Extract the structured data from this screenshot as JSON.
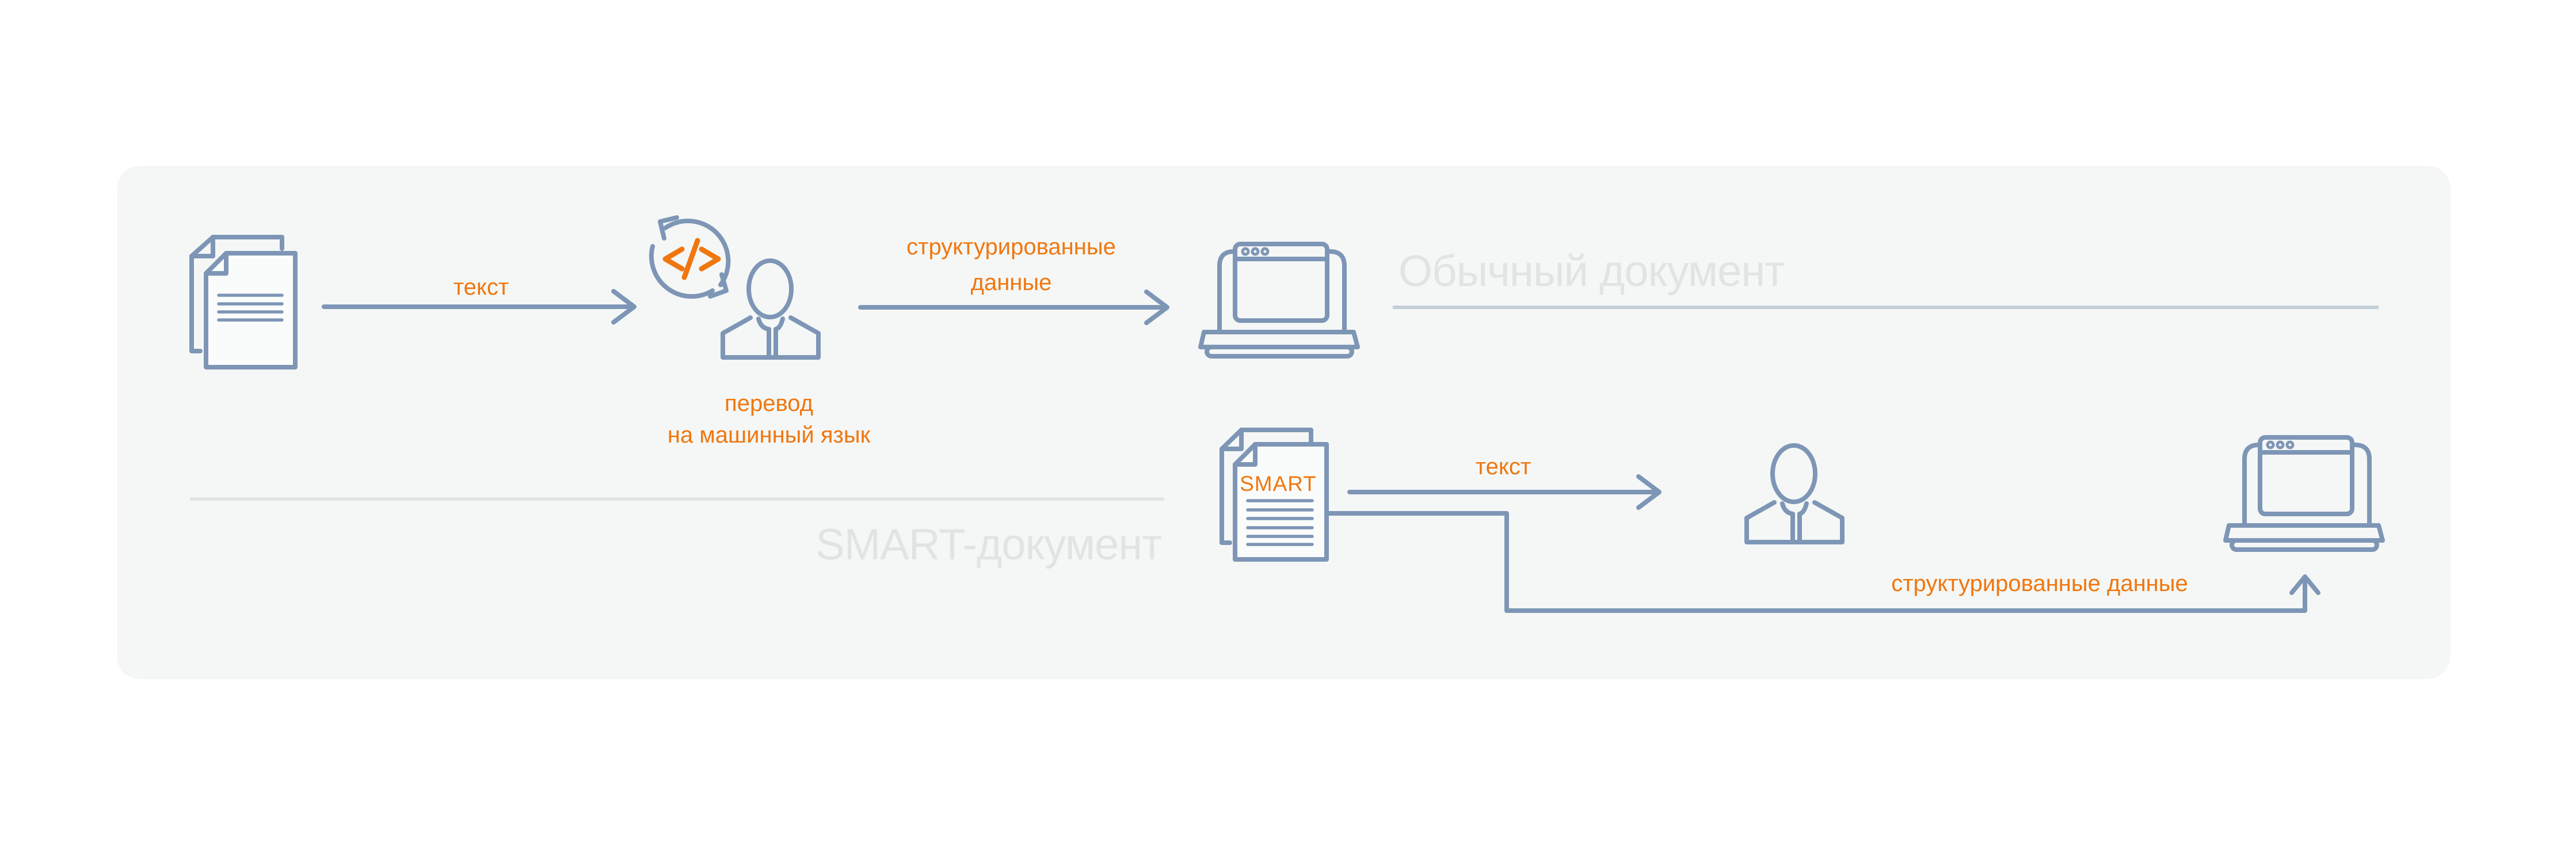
{
  "diagram": {
    "top_flow": {
      "input_label": "текст",
      "processor_caption_line1": "перевод",
      "processor_caption_line2": "на машинный язык",
      "output_label_line1": "структурированные",
      "output_label_line2": "данные",
      "section_title": "Обычный документ"
    },
    "bottom_flow": {
      "section_title": "SMART-документ",
      "document_badge": "SMART",
      "text_label": "текст",
      "structured_label": "структурированные данные"
    },
    "icons": {
      "documents": "documents-icon",
      "code_sync": "code-sync-icon",
      "person": "person-icon",
      "laptop": "laptop-browser-icon",
      "arrow": "arrow-icon"
    },
    "colors": {
      "blue": "#7e96b6",
      "orange": "#f0770f",
      "gray_label": "#dfe4e4",
      "divider_top": "#c2cfd8",
      "divider_bottom": "#e0e5e3",
      "panel_bg": "#f5f7f6"
    }
  }
}
